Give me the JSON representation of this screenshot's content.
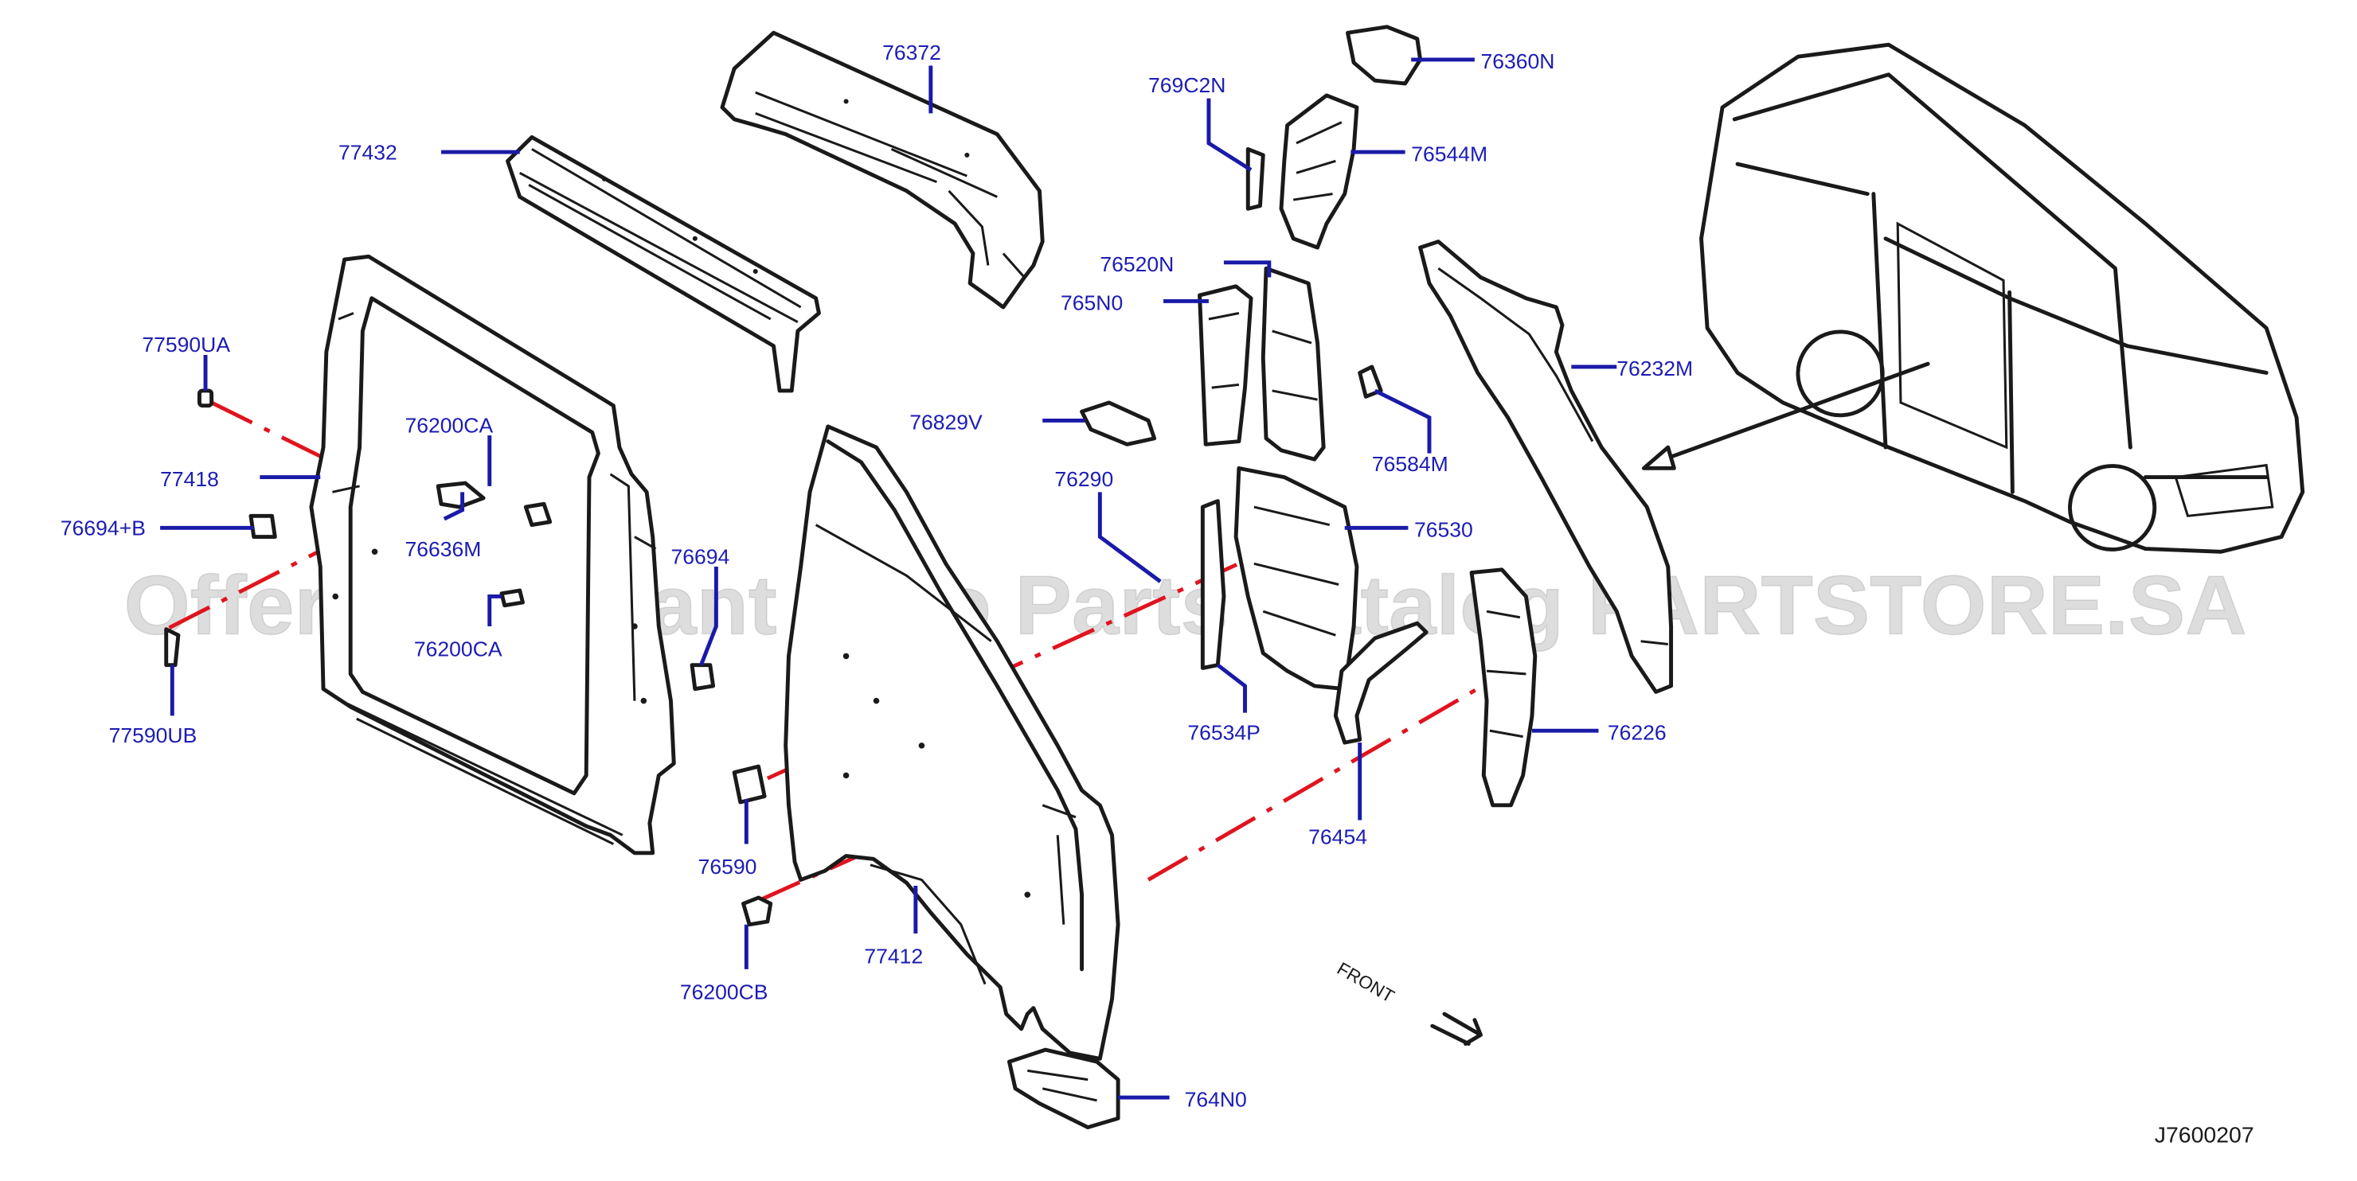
{
  "diagram": {
    "reference_code": "J7600207",
    "watermark": "Offers Merchant Auto Parts Catalog PARTSTORE.SA",
    "front_label": "FRONT",
    "colors": {
      "label": "#1c1cb4",
      "leader": "#1a1aa8",
      "center_line": "#e0141e",
      "drawing": "#1a1a1a"
    },
    "labels": {
      "p76372": "76372",
      "p77432": "77432",
      "p76360N": "76360N",
      "p769C2N": "769C2N",
      "p76544M": "76544M",
      "p76520N": "76520N",
      "p765N0": "765N0",
      "p76232M": "76232M",
      "p77590UA": "77590UA",
      "p76200CA_a": "76200CA",
      "p76829V": "76829V",
      "p76584M": "76584M",
      "p77418": "77418",
      "p76694B": "76694+B",
      "p76636M": "76636M",
      "p76290": "76290",
      "p76530": "76530",
      "p76694": "76694",
      "p76200CA_b": "76200CA",
      "p77590UB": "77590UB",
      "p76534P": "76534P",
      "p76226": "76226",
      "p76454": "76454",
      "p76590": "76590",
      "p77412": "77412",
      "p76200CB": "76200CB",
      "p764N0": "764N0"
    }
  }
}
